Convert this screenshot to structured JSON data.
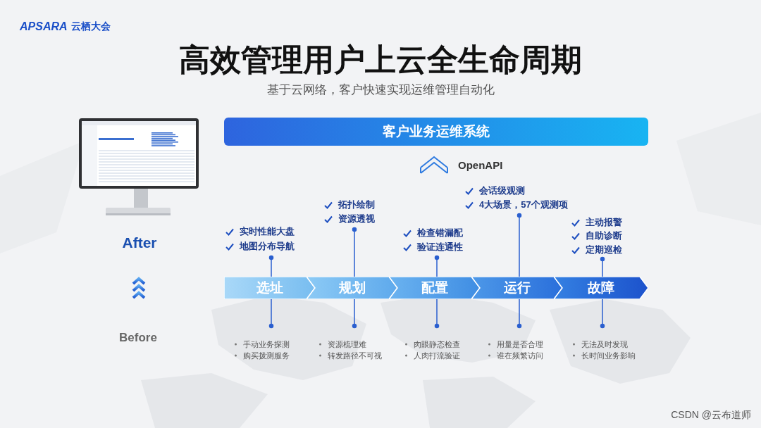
{
  "diagram": {
    "title": "高效管理用户上云全生命周期",
    "nodes": [
      {
        "text": [
          "客户业务运维系统"
        ]
      },
      {
        "text": [
          "选址"
        ]
      },
      {
        "text": [
          "规划"
        ]
      },
      {
        "text": [
          "配置"
        ]
      },
      {
        "text": [
          "运行"
        ]
      },
      {
        "text": [
          "故障"
        ]
      }
    ],
    "labels": [
      "APSARA",
      "云栖大会",
      "基于云网络，客户快速实现运维管理自动化",
      "OpenAPI",
      "After",
      "Before",
      "实时性能大盘",
      "地图分布导航",
      "拓扑绘制",
      "资源透视",
      "检查错漏配",
      "验证连通性",
      "会话级观测",
      "4大场景，57个观测项",
      "主动报警",
      "自助诊断",
      "定期巡检",
      "手动业务探测",
      "购买拨测服务",
      "资源梳理难",
      "转发路径不可视",
      "肉眼静态检查",
      "人肉打流验证",
      "用量是否合理",
      "谁在频繁访问",
      "无法及时发现",
      "长时间业务影响",
      "CSDN @云布道师"
    ]
  }
}
